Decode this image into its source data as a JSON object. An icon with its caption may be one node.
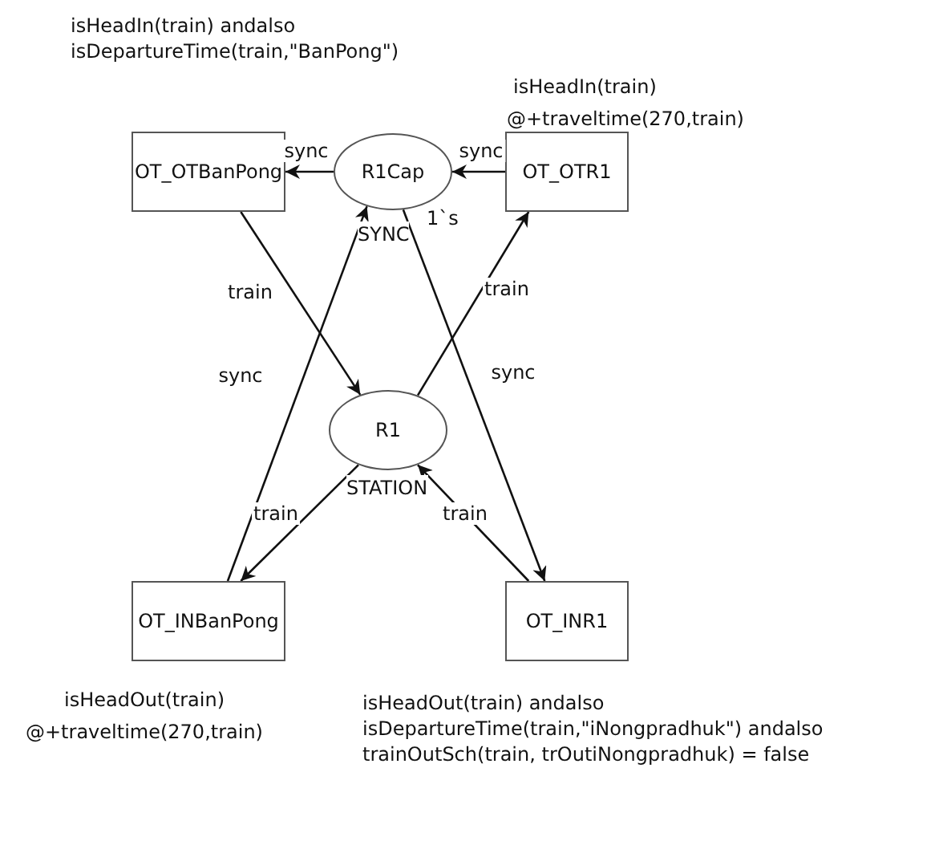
{
  "diagram": {
    "nodes": [
      {
        "text": [
          "OT_OTBanPong"
        ],
        "beside": [
          "isHeadIn(train) andalso isDepartureTime(train,\"BanPong\")"
        ]
      },
      {
        "text": [
          "R1Cap"
        ],
        "beside": [
          "1`s",
          "SYNC"
        ]
      },
      {
        "text": [
          "OT_OTR1"
        ],
        "beside": [
          "isHeadIn(train)",
          "@+traveltime(270,train)"
        ]
      },
      {
        "text": [
          "R1"
        ],
        "beside": [
          "STATION"
        ]
      },
      {
        "text": [
          "OT_INBanPong"
        ],
        "beside": [
          "isHeadOut(train)",
          "@+traveltime(270,train)"
        ]
      },
      {
        "text": [
          "OT_INR1"
        ],
        "beside": [
          "isHeadOut(train) andalso isDepartureTime(train,\"iNongpradhuk\") andalso trainOutSch(train, trOutiNongpradhuk) = false"
        ]
      }
    ],
    "edges": [
      {
        "from": 1,
        "to": 0,
        "arrow": "to",
        "label": "sync"
      },
      {
        "from": 2,
        "to": 1,
        "arrow": "to",
        "label": "sync"
      },
      {
        "from": 0,
        "to": 3,
        "arrow": "to",
        "label": "train"
      },
      {
        "from": 4,
        "to": 1,
        "arrow": "to",
        "label": "sync"
      },
      {
        "from": 3,
        "to": 2,
        "arrow": "to",
        "label": "train"
      },
      {
        "from": 1,
        "to": 5,
        "arrow": "to",
        "label": "sync"
      },
      {
        "from": 3,
        "to": 4,
        "arrow": "to",
        "label": "train"
      },
      {
        "from": 5,
        "to": 3,
        "arrow": "to",
        "label": "train"
      }
    ]
  }
}
